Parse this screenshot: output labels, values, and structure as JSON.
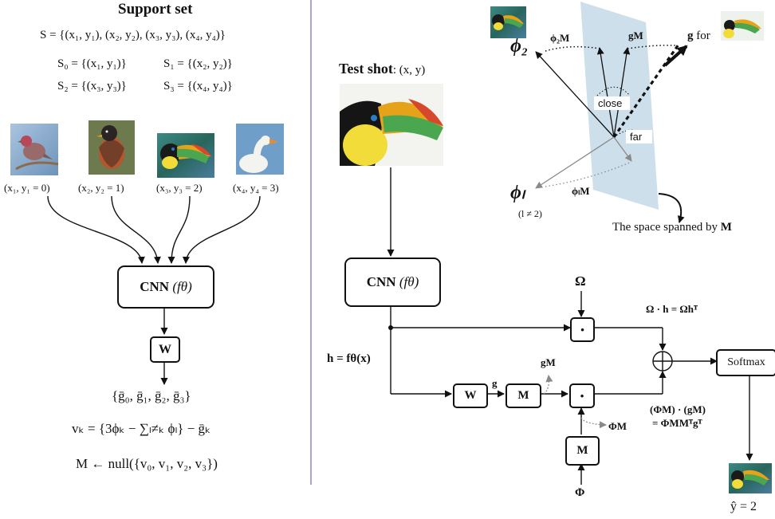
{
  "left": {
    "support_title": "Support set",
    "S_def": "S = {(x₁, y₁), (x₂, y₂), (x₃, y₃), (x₄, y₄)}",
    "S0": "S₀ = {(x₁, y₁)}",
    "S1": "S₁ = {(x₂, y₂)}",
    "S2": "S₂ = {(x₃, y₃)}",
    "S3": "S₃ = {(x₄, y₄)}",
    "labels": [
      "(x₁, y₁ = 0)",
      "(x₂, y₂ = 1)",
      "(x₃, y₃ = 2)",
      "(x₄, y₄ = 3)"
    ],
    "cnn_label": "CNN",
    "cnn_fn": "(fθ)",
    "w_label": "W",
    "gbar": "{ḡ₀, ḡ₁, ḡ₂, ḡ₃}",
    "vk": "vₖ = {3ϕₖ − ∑ₗ≠ₖ ϕₗ} − ḡₖ",
    "M_null": "M ← null({v₀, v₁, v₂, v₃})"
  },
  "right": {
    "test_shot_bold": "Test shot",
    "test_shot_rest": ": (x, y)",
    "cnn_label": "CNN",
    "cnn_fn": "(fθ)",
    "h_label": "h = fθ(x)",
    "omega": "Ω",
    "dot": "·",
    "omega_h": "Ω · h = Ωhᵀ",
    "softmax": "Softmax",
    "w_label": "W",
    "g_label": "g",
    "m_label": "M",
    "gM_label": "gM",
    "phiM_label": "ΦM",
    "phi_label": "Φ",
    "prod_line1": "(ΦM) · (gM)",
    "prod_line2": "= ΦMMᵀgᵀ",
    "y_hat": "ŷ = 2"
  },
  "inset": {
    "phi2": "ϕ₂",
    "phi2M": "ϕ₂M",
    "gM": "gM",
    "g_for": "g",
    "for_word": "for",
    "close": "close",
    "far": "far",
    "phil": "ϕₗ",
    "l_ne": "(l ≠ 2)",
    "philM": "ϕₗM",
    "space_text": "The space spanned by",
    "space_M": "M"
  },
  "colors": {
    "plane": "#c9dcea",
    "arrow": "#111111",
    "gray_arrow": "#8a8a8a",
    "divider": "#8c8cbf"
  }
}
